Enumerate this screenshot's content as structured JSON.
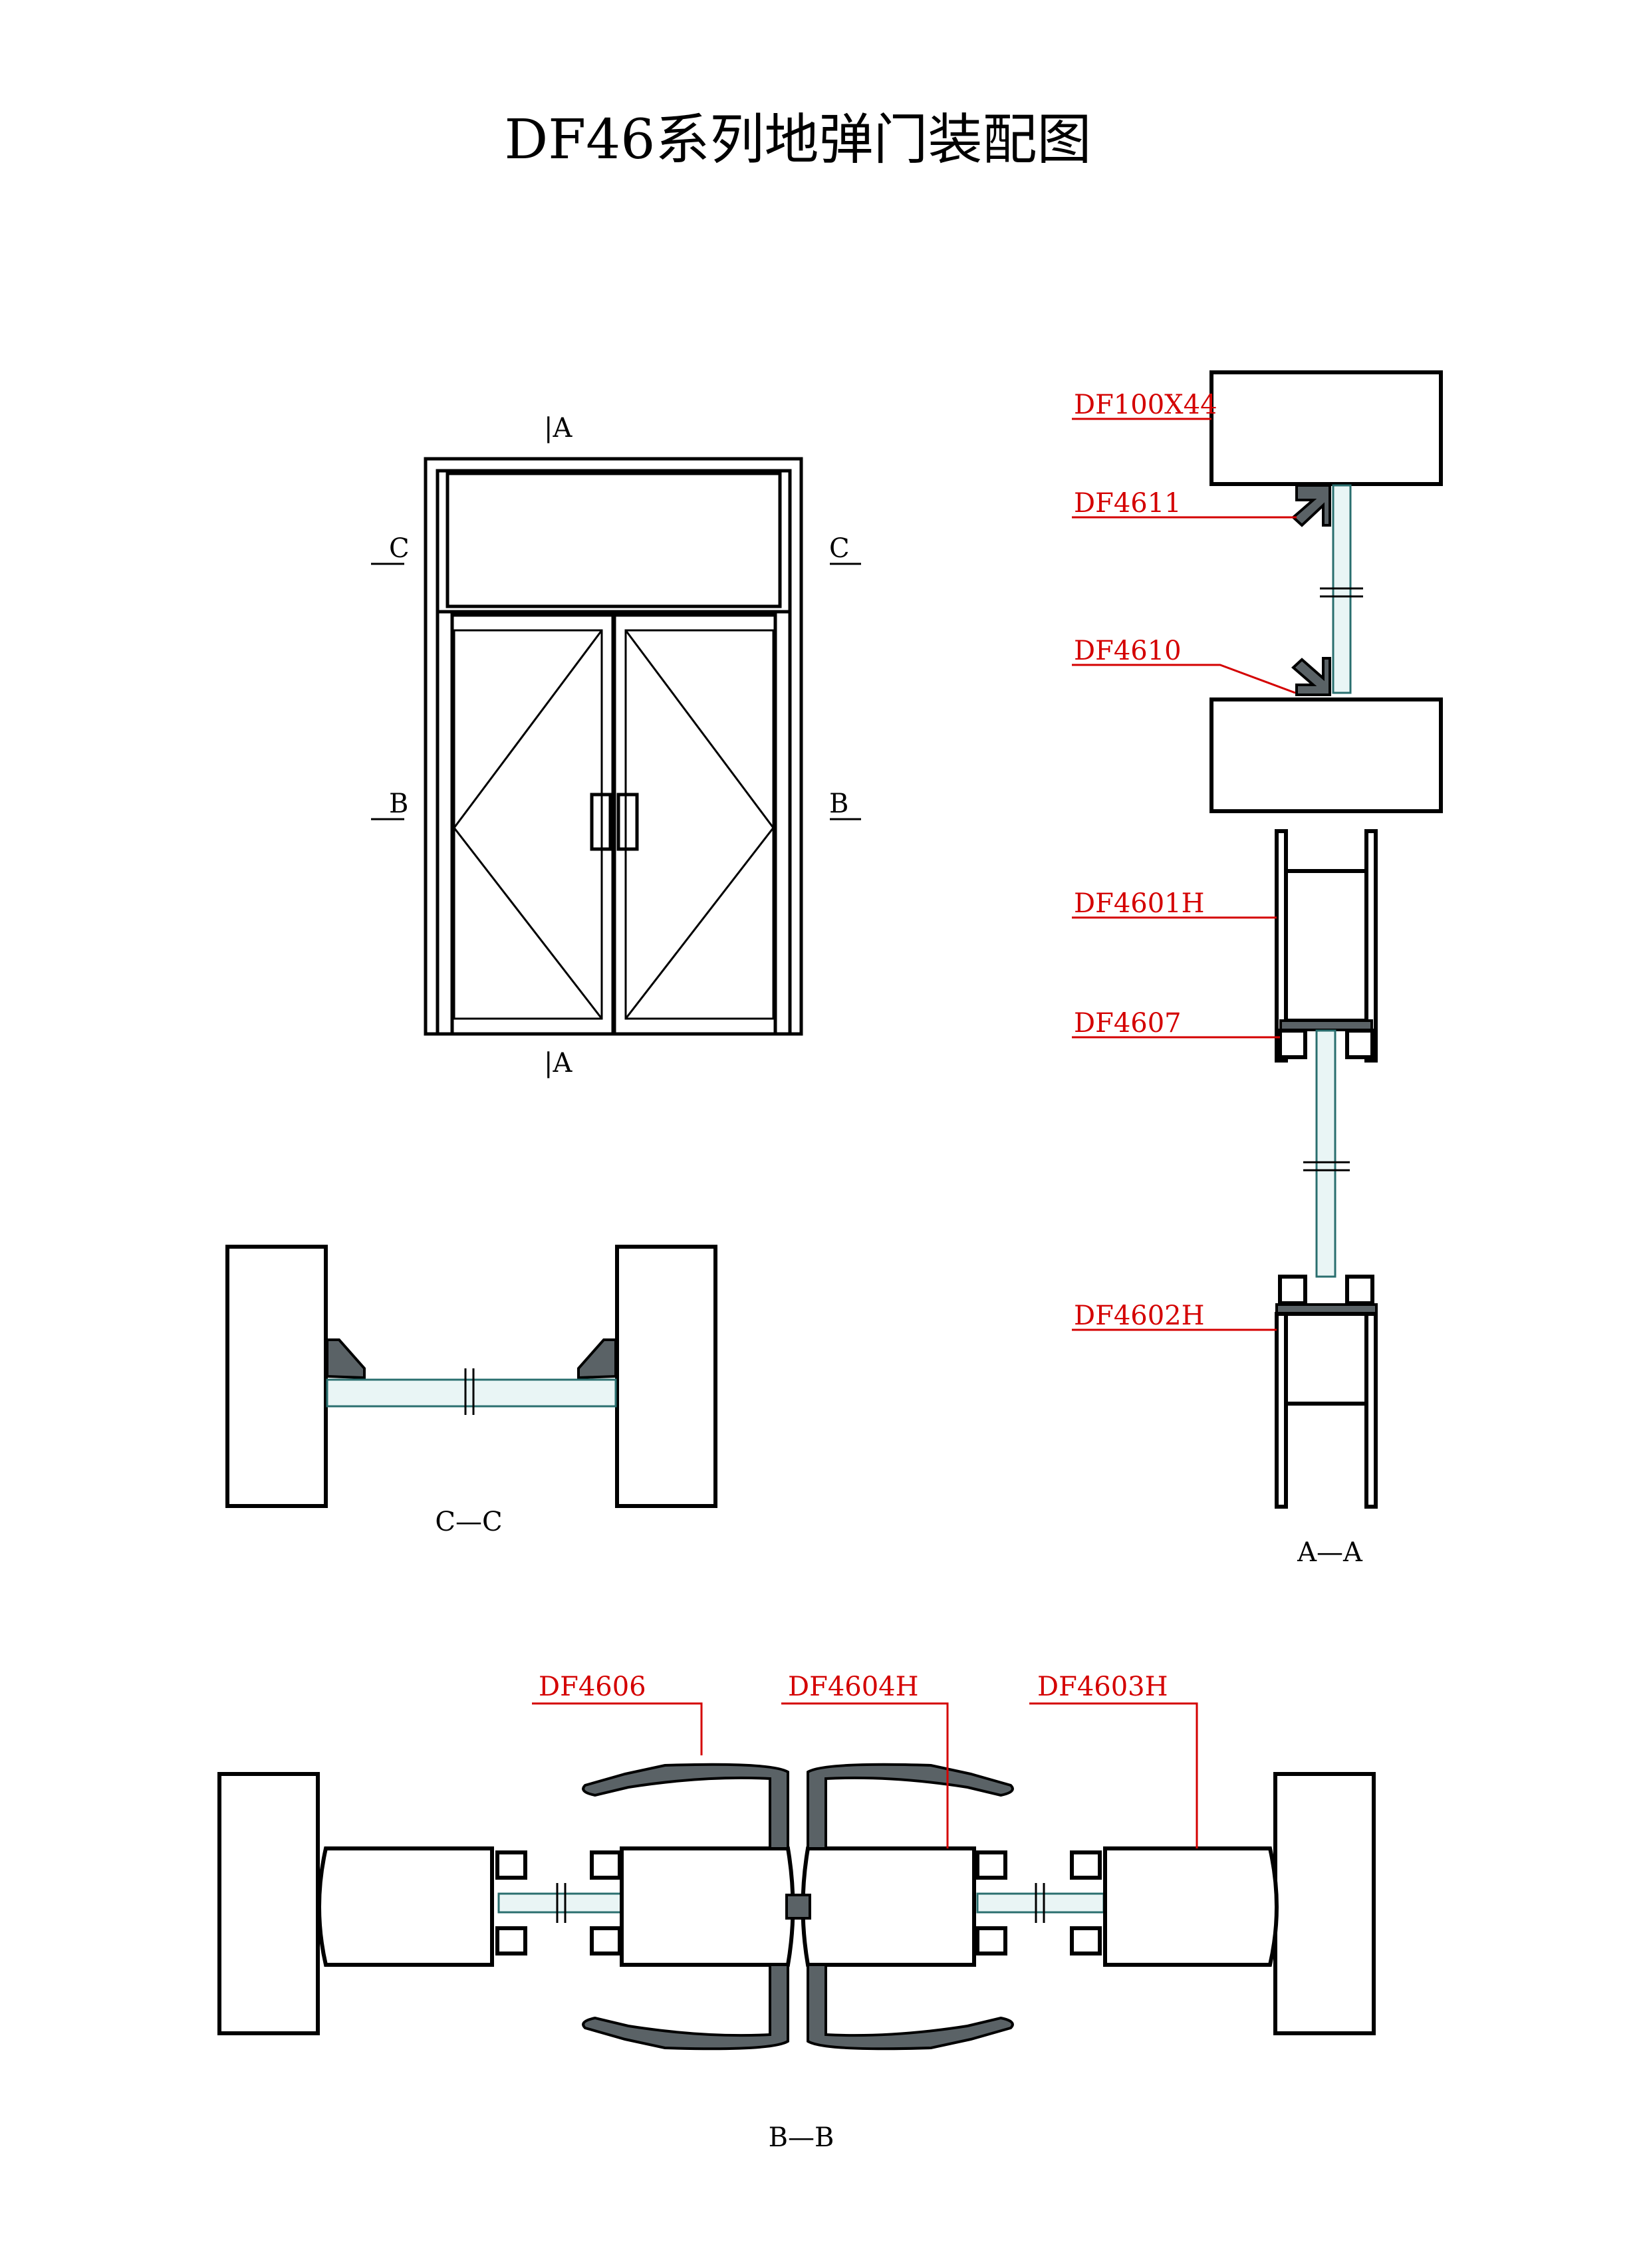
{
  "title": "DF46系列地弹门装配图",
  "colors": {
    "line": "#000000",
    "part_label": "#d40000",
    "glass": "#2a6f6f",
    "fill_dark": "#5a6266"
  },
  "elevation": {
    "section_marks": {
      "top": "|A",
      "bottom": "|A",
      "left_upper": "C",
      "right_upper": "C",
      "left_lower": "B",
      "right_lower": "B"
    }
  },
  "sections": {
    "cc": {
      "caption": "C—C"
    },
    "aa": {
      "caption": "A—A"
    },
    "bb": {
      "caption": "B—B"
    }
  },
  "part_labels": {
    "df100x44": "DF100X44",
    "df4611": "DF4611",
    "df4610": "DF4610",
    "df4601h": "DF4601H",
    "df4607": "DF4607",
    "df4602h": "DF4602H",
    "df4606": "DF4606",
    "df4604h": "DF4604H",
    "df4603h": "DF4603H"
  }
}
